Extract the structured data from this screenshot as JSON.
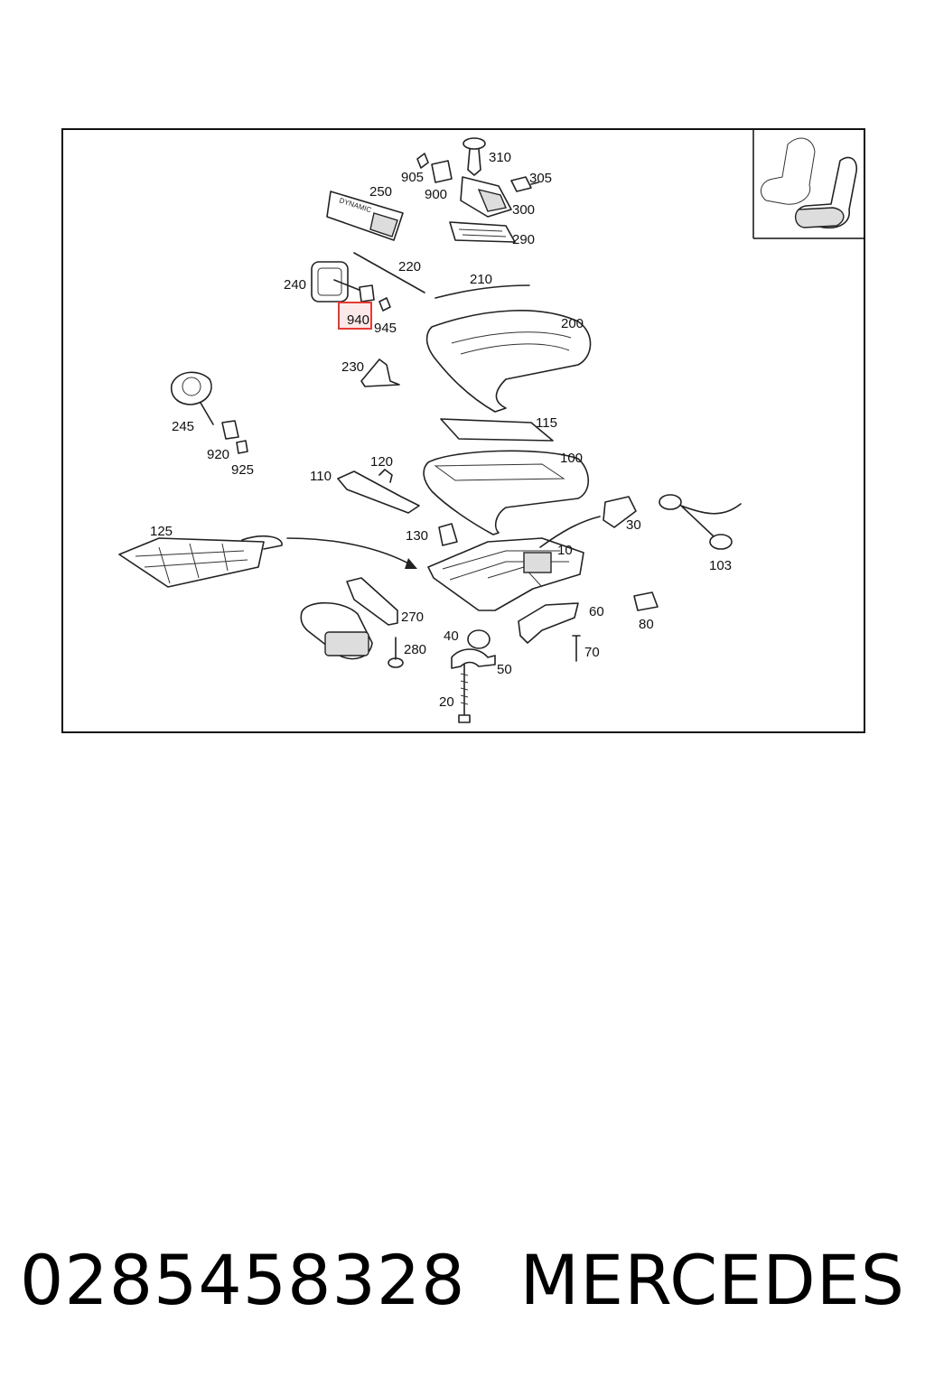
{
  "diagram": {
    "part_labels": [
      "310",
      "905",
      "305",
      "900",
      "250",
      "300",
      "290",
      "220",
      "210",
      "240",
      "940",
      "945",
      "200",
      "230",
      "245",
      "115",
      "920",
      "925",
      "120",
      "100",
      "110",
      "30",
      "125",
      "130",
      "10",
      "103",
      "270",
      "60",
      "80",
      "280",
      "40",
      "70",
      "50",
      "20"
    ],
    "highlighted_part": "940",
    "highlight_color": "#e53935",
    "highlight_fill": "#f8d7d7"
  },
  "footer": {
    "part_number": "0285458328",
    "brand": "MERCEDES"
  }
}
